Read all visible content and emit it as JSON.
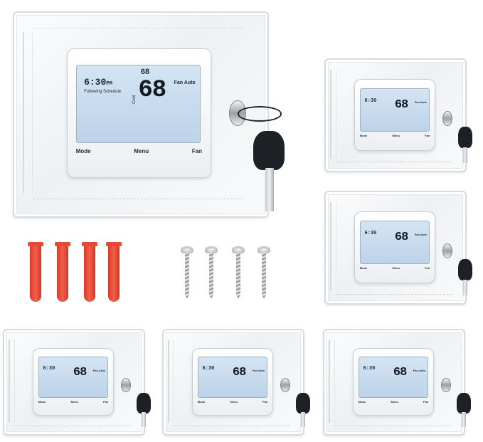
{
  "thermostat": {
    "time": "6:30",
    "ampm": "PM",
    "schedule": "Following Schedule",
    "mode_text": "Cool",
    "setpoint": "68",
    "temperature": "68",
    "fan_status": "Fan Auto",
    "buttons": [
      "Mode",
      "Menu",
      "Fan"
    ]
  },
  "colors": {
    "screen": "#c8dcef",
    "anchor": "#e8472f",
    "key": "#1d2125"
  },
  "icons": [
    "lock-icon",
    "key-icon"
  ]
}
